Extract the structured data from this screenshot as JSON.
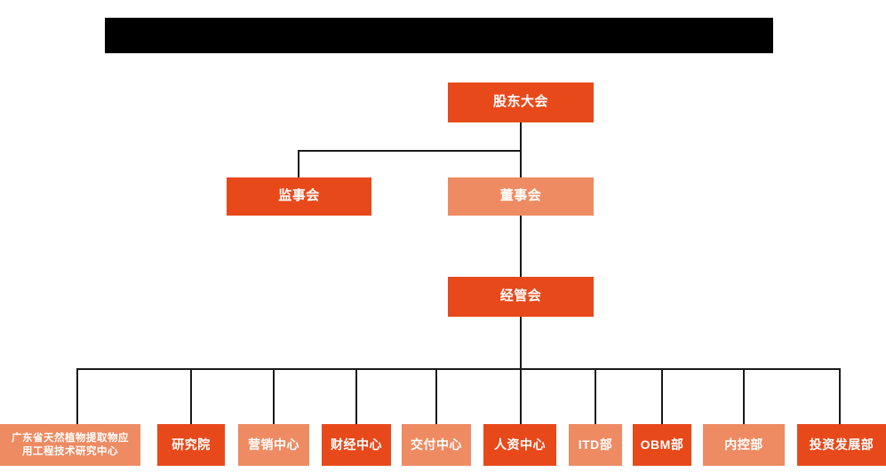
{
  "page": {
    "title_bar": {
      "name": "redacted-title-bar",
      "state": "redacted",
      "label": ""
    },
    "background_color": "#FFFFFF"
  },
  "theme": {
    "accent_dark": "#E8491B",
    "accent_light": "#EE8B63",
    "connector_color": "#1A1A1A",
    "node_text_color": "#FFFFFF"
  },
  "chart_data": {
    "type": "diagram",
    "diagram_kind": "organization-chart",
    "title": "",
    "levels": [
      {
        "level": 1,
        "nodes": [
          {
            "id": "shareholders",
            "label": "股东大会",
            "shade": "dark"
          }
        ]
      },
      {
        "level": 2,
        "nodes": [
          {
            "id": "supervisors",
            "label": "监事会",
            "shade": "dark"
          },
          {
            "id": "directors",
            "label": "董事会",
            "shade": "light"
          }
        ]
      },
      {
        "level": 3,
        "nodes": [
          {
            "id": "management",
            "label": "经管会",
            "shade": "dark"
          }
        ]
      },
      {
        "level": 4,
        "nodes": [
          {
            "id": "research-center",
            "label": "广东省天然植物提取物应用工程技术研究中心",
            "label_line1": "广东省天然植物提取物应",
            "label_line2": "用工程技术研究中心",
            "shade": "light"
          },
          {
            "id": "institute",
            "label": "研究院",
            "shade": "dark"
          },
          {
            "id": "marketing",
            "label": "营销中心",
            "shade": "light"
          },
          {
            "id": "finance",
            "label": "财经中心",
            "shade": "dark"
          },
          {
            "id": "delivery",
            "label": "交付中心",
            "shade": "light"
          },
          {
            "id": "hr",
            "label": "人资中心",
            "shade": "dark"
          },
          {
            "id": "itd",
            "label": "ITD部",
            "shade": "light"
          },
          {
            "id": "obm",
            "label": "OBM部",
            "shade": "dark"
          },
          {
            "id": "internal-control",
            "label": "内控部",
            "shade": "light"
          },
          {
            "id": "investment",
            "label": "投资发展部",
            "shade": "dark"
          }
        ]
      }
    ],
    "edges": [
      {
        "from": "shareholders",
        "to": "supervisors"
      },
      {
        "from": "shareholders",
        "to": "directors"
      },
      {
        "from": "directors",
        "to": "management"
      },
      {
        "from": "management",
        "to": "research-center"
      },
      {
        "from": "management",
        "to": "institute"
      },
      {
        "from": "management",
        "to": "marketing"
      },
      {
        "from": "management",
        "to": "finance"
      },
      {
        "from": "management",
        "to": "delivery"
      },
      {
        "from": "management",
        "to": "hr"
      },
      {
        "from": "management",
        "to": "itd"
      },
      {
        "from": "management",
        "to": "obm"
      },
      {
        "from": "management",
        "to": "internal-control"
      },
      {
        "from": "management",
        "to": "investment"
      }
    ]
  }
}
